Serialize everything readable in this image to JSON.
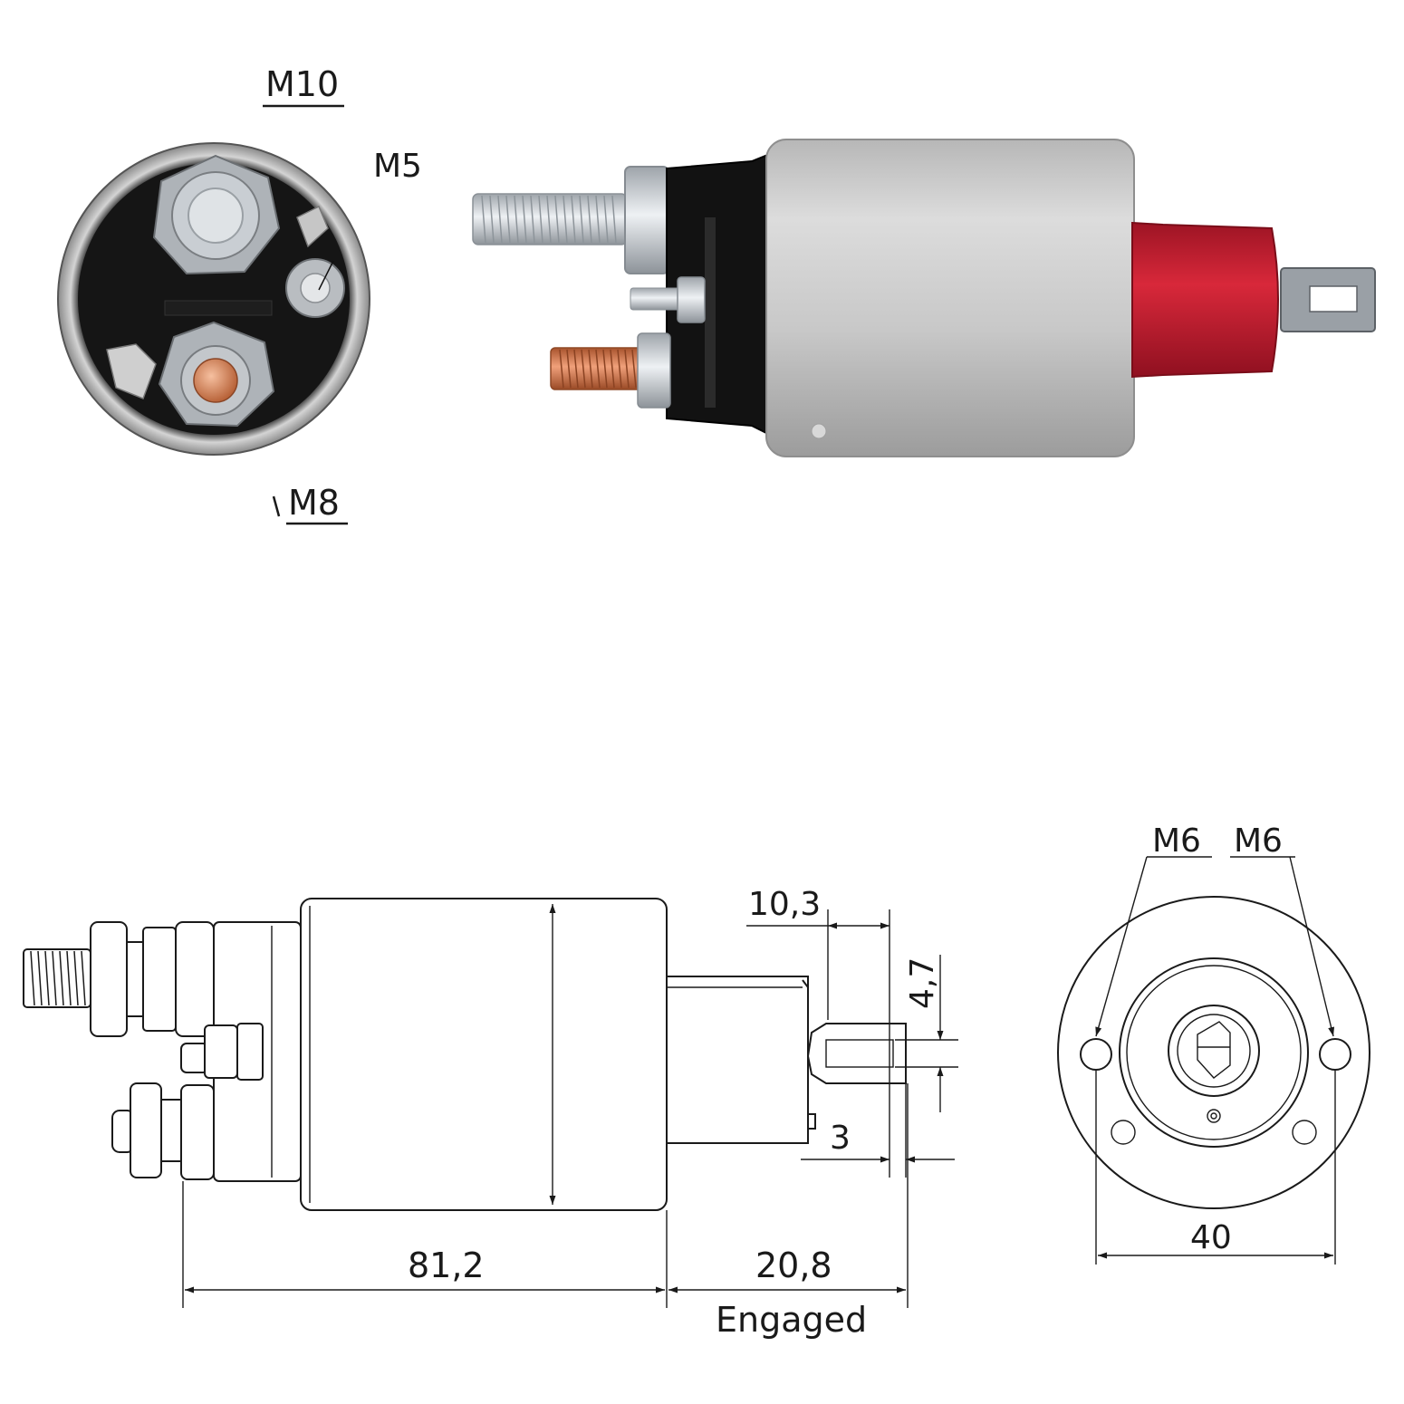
{
  "photo_labels": {
    "terminal_large": "M10",
    "terminal_small": "M5",
    "terminal_medium": "M8"
  },
  "drawing_labels": {
    "tip_length": "10,3",
    "tip_height": "4,7",
    "tip_offset": "3",
    "body_length": "81,2",
    "travel": "20,8",
    "travel_note": "Engaged",
    "mount_hole_left": "M6",
    "mount_hole_right": "M6",
    "mount_spacing": "40"
  },
  "colors": {
    "housing_silver": "#c9c9c9",
    "cap_black": "#111111",
    "boot_red": "#c41e2d",
    "copper": "#d9794a",
    "zinc": "#cfd3d8"
  }
}
